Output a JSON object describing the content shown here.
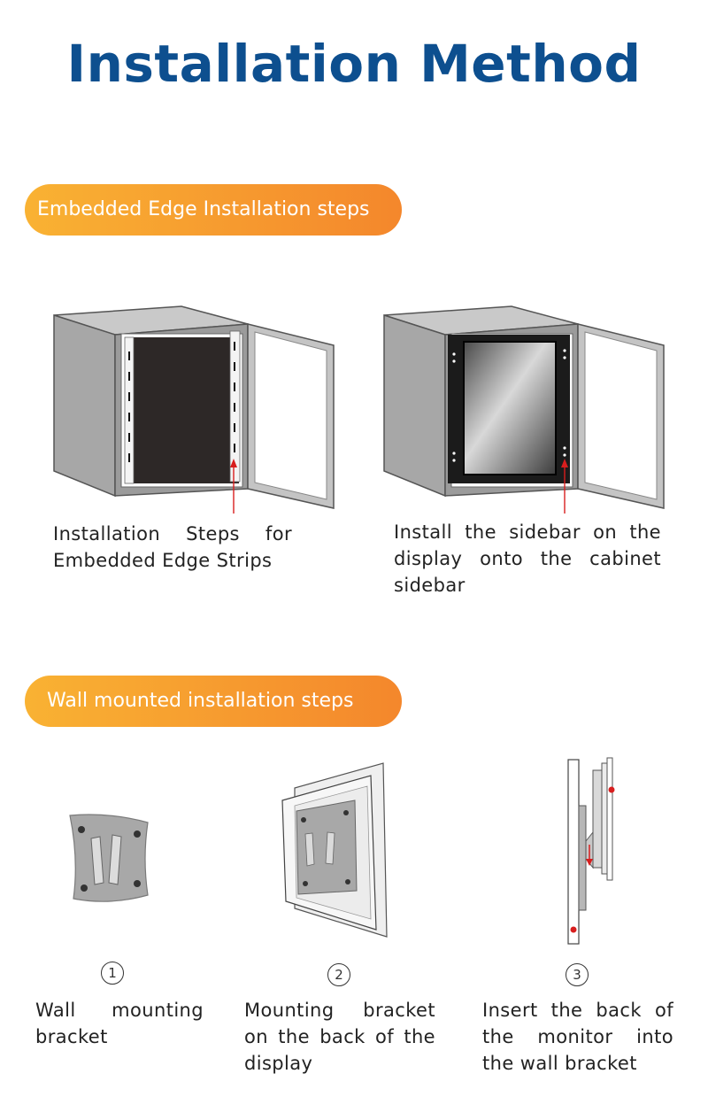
{
  "page": {
    "title": "Installation Method"
  },
  "section_embedded": {
    "heading": "Embedded Edge Installation steps",
    "steps": [
      {
        "caption": "Installation Steps for Embedded Edge Strips"
      },
      {
        "caption": "Install the sidebar on the display onto the cabinet sidebar"
      }
    ]
  },
  "section_wall": {
    "heading": "Wall mounted installation steps",
    "steps": [
      {
        "number": "1",
        "caption": "Wall mounting bracket"
      },
      {
        "number": "2",
        "caption": "Mounting bracket on the back of the display"
      },
      {
        "number": "3",
        "caption": "Insert the back of the monitor into the wall bracket"
      }
    ]
  },
  "colors": {
    "title": "#0d4f8f",
    "pill_start": "#f9b233",
    "pill_end": "#f4872c",
    "marker": "#d81e1e"
  }
}
